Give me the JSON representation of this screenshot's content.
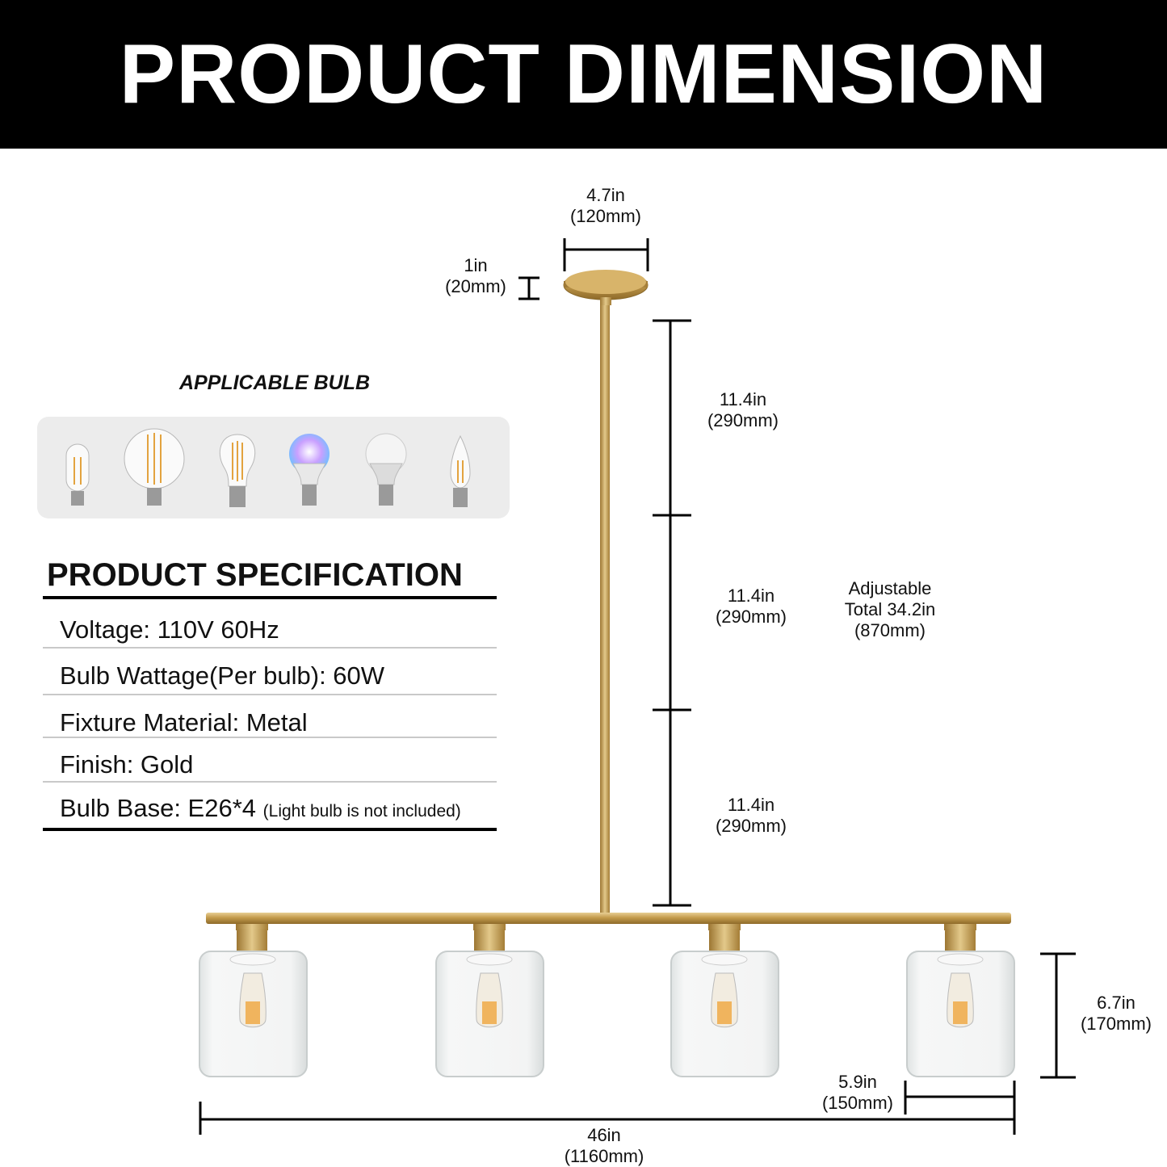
{
  "header": {
    "title": "PRODUCT DIMENSION"
  },
  "dimensions": {
    "canopy_width": {
      "in": "4.7in",
      "mm": "(120mm)"
    },
    "canopy_height": {
      "in": "1in",
      "mm": "(20mm)"
    },
    "rod_segment_1": {
      "in": "11.4in",
      "mm": "(290mm)"
    },
    "rod_segment_2": {
      "in": "11.4in",
      "mm": "(290mm)"
    },
    "rod_segment_3": {
      "in": "11.4in",
      "mm": "(290mm)"
    },
    "adjustable_total": {
      "label": "Adjustable",
      "in": "Total 34.2in",
      "mm": "(870mm)"
    },
    "shade_height": {
      "in": "6.7in",
      "mm": "(170mm)"
    },
    "shade_width": {
      "in": "5.9in",
      "mm": "(150mm)"
    },
    "overall_length": {
      "in": "46in",
      "mm": "(1160mm)"
    }
  },
  "applicable_bulb": {
    "title": "APPLICABLE BULB",
    "icons": [
      "tubular-filament-bulb-icon",
      "globe-filament-bulb-icon",
      "a19-filament-bulb-icon",
      "rgb-smart-bulb-icon",
      "led-a19-bulb-icon",
      "candle-filament-bulb-icon"
    ]
  },
  "specification": {
    "title": "PRODUCT SPECIFICATION",
    "rows": [
      {
        "text": "Voltage: 110V 60Hz"
      },
      {
        "text": "Bulb Wattage(Per bulb): 60W"
      },
      {
        "text": "Fixture Material: Metal"
      },
      {
        "text": "Finish: Gold"
      },
      {
        "text": "Bulb Base: E26*4",
        "note": "(Light bulb is not included)"
      }
    ]
  },
  "colors": {
    "banner": "#000000",
    "brass": "#c9a255",
    "glass": "#eef0f0"
  }
}
